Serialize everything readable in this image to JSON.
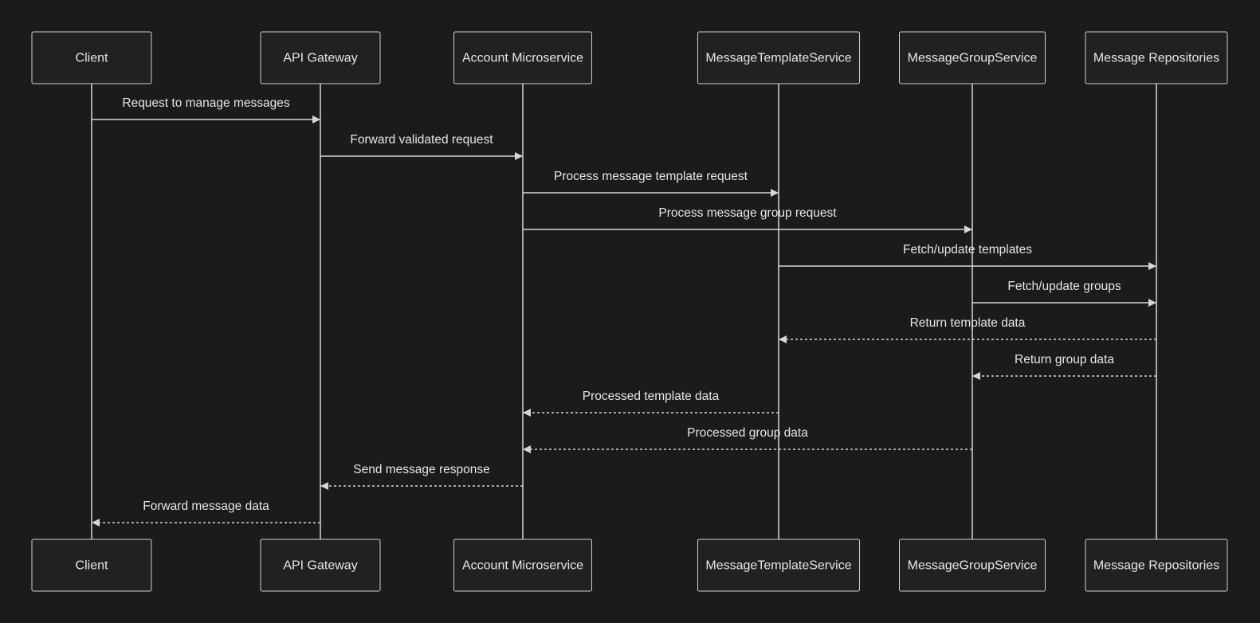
{
  "diagram": {
    "type": "sequence",
    "colors": {
      "background": "#1b1b1b",
      "line": "#d6d6d6",
      "text": "#e6e6e6",
      "box_fill": "#202222",
      "box_stroke": "#cfcfcf"
    },
    "participants": [
      {
        "id": "client",
        "label": "Client"
      },
      {
        "id": "gateway",
        "label": "API Gateway"
      },
      {
        "id": "account",
        "label": "Account Microservice"
      },
      {
        "id": "template",
        "label": "MessageTemplateService"
      },
      {
        "id": "group",
        "label": "MessageGroupService"
      },
      {
        "id": "repos",
        "label": "Message Repositories"
      }
    ],
    "messages": [
      {
        "from": "client",
        "to": "gateway",
        "label": "Request to manage messages",
        "style": "solid"
      },
      {
        "from": "gateway",
        "to": "account",
        "label": "Forward validated request",
        "style": "solid"
      },
      {
        "from": "account",
        "to": "template",
        "label": "Process message template request",
        "style": "solid"
      },
      {
        "from": "account",
        "to": "group",
        "label": "Process message group request",
        "style": "solid"
      },
      {
        "from": "template",
        "to": "repos",
        "label": "Fetch/update templates",
        "style": "solid"
      },
      {
        "from": "group",
        "to": "repos",
        "label": "Fetch/update groups",
        "style": "solid"
      },
      {
        "from": "repos",
        "to": "template",
        "label": "Return template data",
        "style": "dashed"
      },
      {
        "from": "repos",
        "to": "group",
        "label": "Return group data",
        "style": "dashed"
      },
      {
        "from": "template",
        "to": "account",
        "label": "Processed template data",
        "style": "dashed"
      },
      {
        "from": "group",
        "to": "account",
        "label": "Processed group data",
        "style": "dashed"
      },
      {
        "from": "account",
        "to": "gateway",
        "label": "Send message response",
        "style": "dashed"
      },
      {
        "from": "gateway",
        "to": "client",
        "label": "Forward message data",
        "style": "dashed"
      }
    ]
  }
}
